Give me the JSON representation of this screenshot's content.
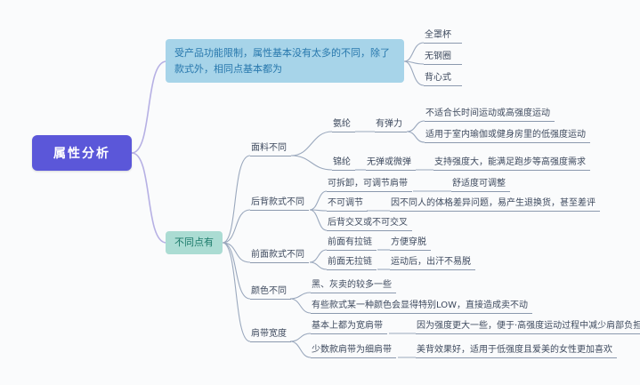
{
  "root": {
    "label": "属性分析"
  },
  "same": {
    "topic": "受产品功能限制，属性基本没有太多的不同，除了款式外，相同点基本都为",
    "items": [
      "全罩杯",
      "无钢圈",
      "背心式"
    ]
  },
  "diff": {
    "topic": "不同点有",
    "fabric": {
      "label": "面料不同",
      "spandex": "氨纶",
      "spandex_prop": "有弹力",
      "spandex_note1": "不适合长时间运动或高强度运动",
      "spandex_note2": "适用于室内瑜伽或健身房里的低强度运动",
      "nylon": "锦纶",
      "nylon_prop": "无弹或微弹",
      "nylon_note": "支持强度大，能满足跑步等高强度需求"
    },
    "back": {
      "label": "后背款式不同",
      "detachable": "可拆卸，可调节肩带",
      "detachable_note": "舒适度可调整",
      "fixed": "不可调节",
      "fixed_note": "因不同人的体格差异问题，易产生退换货，甚至差评",
      "cross": "后背交叉或不可交叉"
    },
    "front": {
      "label": "前面款式不同",
      "zipper": "前面有拉链",
      "zipper_note": "方便穿脱",
      "no_zipper": "前面无拉链",
      "no_zipper_note": "运动后，出汗不易脱"
    },
    "color": {
      "label": "颜色不同",
      "note1": "黑、灰卖的较多一些",
      "note2": "有些款式某一种颜色会显得特别LOW，直接造成卖不动"
    },
    "strap": {
      "label": "肩带宽度",
      "wide": "基本上都为宽肩带",
      "wide_note": "因为强度更大一些，便于·高强度运动过程中减少肩部负担",
      "thin": "少数款肩带为细肩带",
      "thin_note": "美背效果好，适用于低强度且爱美的女性更加喜欢"
    }
  },
  "colors": {
    "root_bg": "#5b57d9",
    "same_bg": "#a7d4e9",
    "diff_bg": "#abdcd3",
    "line_main": "#b6b0e4",
    "line_branch": "#9aa8bd"
  }
}
